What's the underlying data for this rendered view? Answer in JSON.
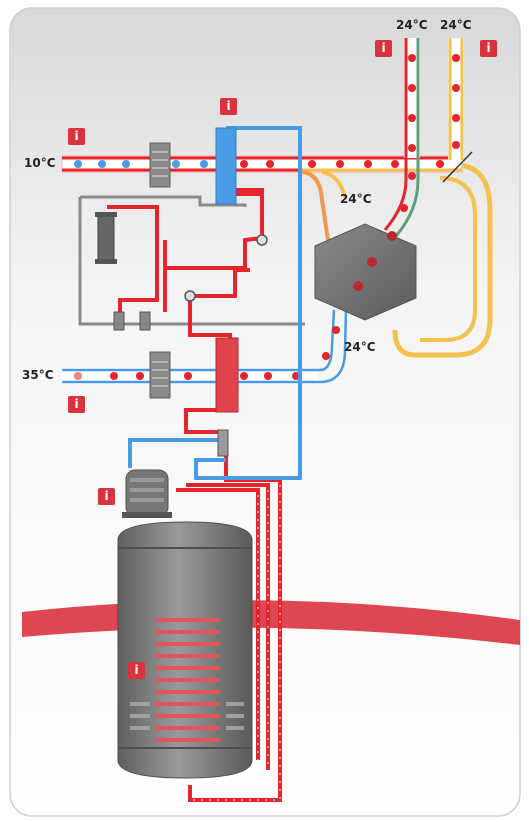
{
  "labels": {
    "temp_top_left": "24°C",
    "temp_top_right": "24°C",
    "temp_fresh_air": "10°C",
    "temp_exchanger_upper": "24°C",
    "temp_exchanger_lower": "24°C",
    "temp_exhaust": "35°C"
  },
  "info_badge": "i",
  "colors": {
    "hot": "#e5242b",
    "cold": "#4a9be6",
    "warm_yellow": "#f3c24e",
    "orange": "#ee9a4f",
    "green": "#5aa07a",
    "unit_gray": "#6d6d6d",
    "tank_gray": "#7a7a7a"
  }
}
